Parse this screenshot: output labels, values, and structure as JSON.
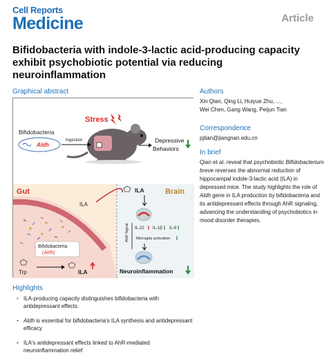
{
  "journal": {
    "line1": "Cell Reports",
    "line2": "Medicine"
  },
  "article_type": "Article",
  "title": "Bifidobacteria with indole-3-lactic acid-producing capacity exhibit psychobiotic potential via reducing neuroinflammation",
  "graphical_abstract": {
    "heading": "Graphical abstract",
    "labels": {
      "stress": "Stress",
      "bifido": "Bifidobacteria",
      "aldh": "Aldh",
      "ingestion": "Ingestion",
      "depressive1": "Depressive",
      "depressive2": "Behaviors",
      "gut": "Gut",
      "brain": "Brain",
      "ila_gut": "ILA",
      "ila_brain": "ILA",
      "bifido_small": "Bifidobacteria",
      "aldh_small": "(Aldh",
      "aldh_small_end": ")",
      "trp": "Trp",
      "ila_bottom": "ILA",
      "ahr_signal": "AhR Signal",
      "il22": "IL-22",
      "il1b": "IL-1β",
      "il6": "IL-6",
      "microglia": "Microglia activation",
      "neuro": "Neuroinflammation"
    },
    "colors": {
      "red": "#d62b2b",
      "green": "#2e8b3a",
      "gut_bg": "#fbecd8",
      "brain_bg": "#eef3f6"
    }
  },
  "authors": {
    "heading": "Authors",
    "line1": "Xin Qian, Qing Li, Huiyue Zhu, ...,",
    "line2": "Wei Chen, Gang Wang, Peijun Tian"
  },
  "correspondence": {
    "heading": "Correspondence",
    "email": "pjtian@jiangnan.edu.cn"
  },
  "in_brief": {
    "heading": "In brief",
    "t1": "Qian et al. reveal that psychobiotic",
    "t2": "Bifidobacterium breve",
    "t3": " reverses the abnormal reduction of hippocampal indole-3-lactic acid (ILA) in depressed mice. The study highlights the role of ",
    "t4": "Aldh",
    "t5": " gene in ILA production by bifidobacteria and its antidepressant effects through AhR signaling, advancing the understanding of psychobiotics in mood disorder therapies."
  },
  "highlights": {
    "heading": "Highlights",
    "bullet": "•",
    "h1": "ILA-producing capacity distinguishes bifidobacteria with antidepressant effects",
    "h2a": "Aldh",
    "h2b": " is essential for bifidobacteria's ILA synthesis and antidepressant efficacy",
    "h3": "ILA's antidepressant effects linked to AhR-mediated neuroinflammation relief"
  }
}
